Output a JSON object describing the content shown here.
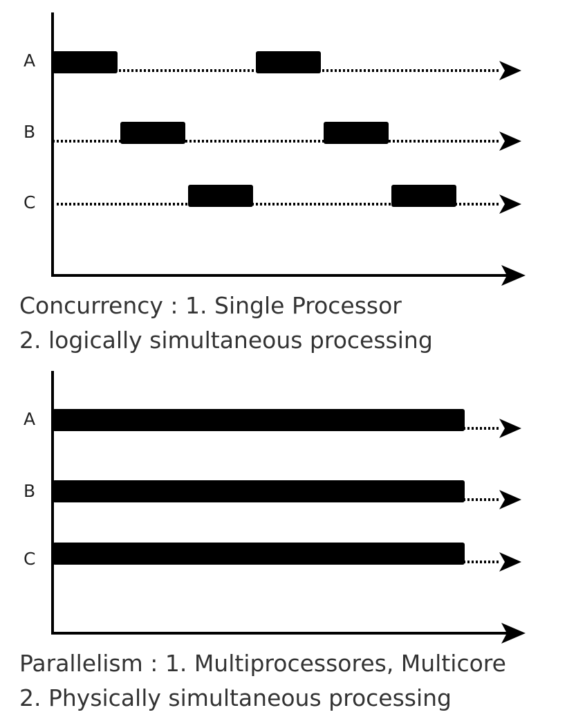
{
  "concurrency": {
    "lanes": [
      {
        "label": "A",
        "bars": [
          {
            "start": 0,
            "end": 1
          },
          {
            "start": 3,
            "end": 4
          }
        ]
      },
      {
        "label": "B",
        "bars": [
          {
            "start": 1,
            "end": 2
          },
          {
            "start": 4,
            "end": 5
          }
        ]
      },
      {
        "label": "C",
        "bars": [
          {
            "start": 2,
            "end": 3
          },
          {
            "start": 5,
            "end": 6
          }
        ]
      }
    ],
    "caption_line1": "Concurrency : 1. Single Processor",
    "caption_line2": "2. logically simultaneous processing"
  },
  "parallelism": {
    "lanes": [
      {
        "label": "A",
        "bars": [
          {
            "start": 0,
            "end": 6
          }
        ]
      },
      {
        "label": "B",
        "bars": [
          {
            "start": 0,
            "end": 6
          }
        ]
      },
      {
        "label": "C",
        "bars": [
          {
            "start": 0,
            "end": 6
          }
        ]
      }
    ],
    "caption_line1": "Parallelism : 1. Multiprocessores, Multicore",
    "caption_line2": "2. Physically simultaneous processing"
  }
}
